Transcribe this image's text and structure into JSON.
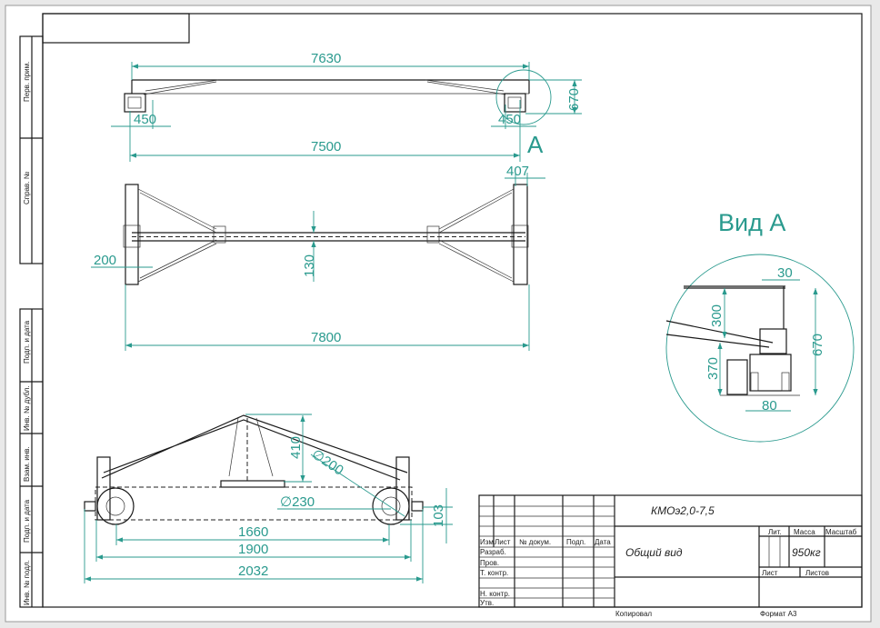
{
  "sheet": {
    "side_strip": [
      "Перв. прим.",
      "Справ. №",
      "Подп. и дата",
      "Инв. № дубл.",
      "Взам. инв.",
      "Подп. и дата",
      "Инв. № подл."
    ],
    "title_block": {
      "designation": "КМОэ2,0-7,5",
      "name": "Общий вид",
      "mass": "950кг",
      "headers": {
        "izm": "Изм",
        "list": "Лист",
        "doc_no": "№ докум.",
        "sign": "Подп.",
        "date": "Дата",
        "lit": "Лит.",
        "massa": "Масса",
        "scale": "Масштаб",
        "sheet": "Лист",
        "sheets": "Листов"
      },
      "roles": [
        "Разраб.",
        "Пров.",
        "Т. контр.",
        "Н. контр.",
        "Утв."
      ],
      "copied": "Копировал",
      "format": "Формат А3"
    }
  },
  "views": {
    "front": {
      "dims": {
        "overall": "7630",
        "height": "670",
        "left_offset": "450",
        "right_offset": "450",
        "wheelbase": "7500"
      },
      "callout": "A"
    },
    "plan": {
      "dims": {
        "wheel": "407",
        "left": "200",
        "beam": "130",
        "overall": "7800"
      }
    },
    "detail": {
      "title": "Вид А",
      "dims": {
        "top": "30",
        "upper": "300",
        "total": "670",
        "lower": "370",
        "bottom": "80"
      }
    },
    "side": {
      "dims": {
        "truss": "410",
        "wheel_dia": "∅200",
        "outer_dia": "∅230",
        "axle": "103",
        "wheel_centres": "1660",
        "frame": "1900",
        "overall": "2032"
      }
    }
  },
  "colors": {
    "dimension": "#2a9a8e",
    "line": "#1a1a1a"
  }
}
